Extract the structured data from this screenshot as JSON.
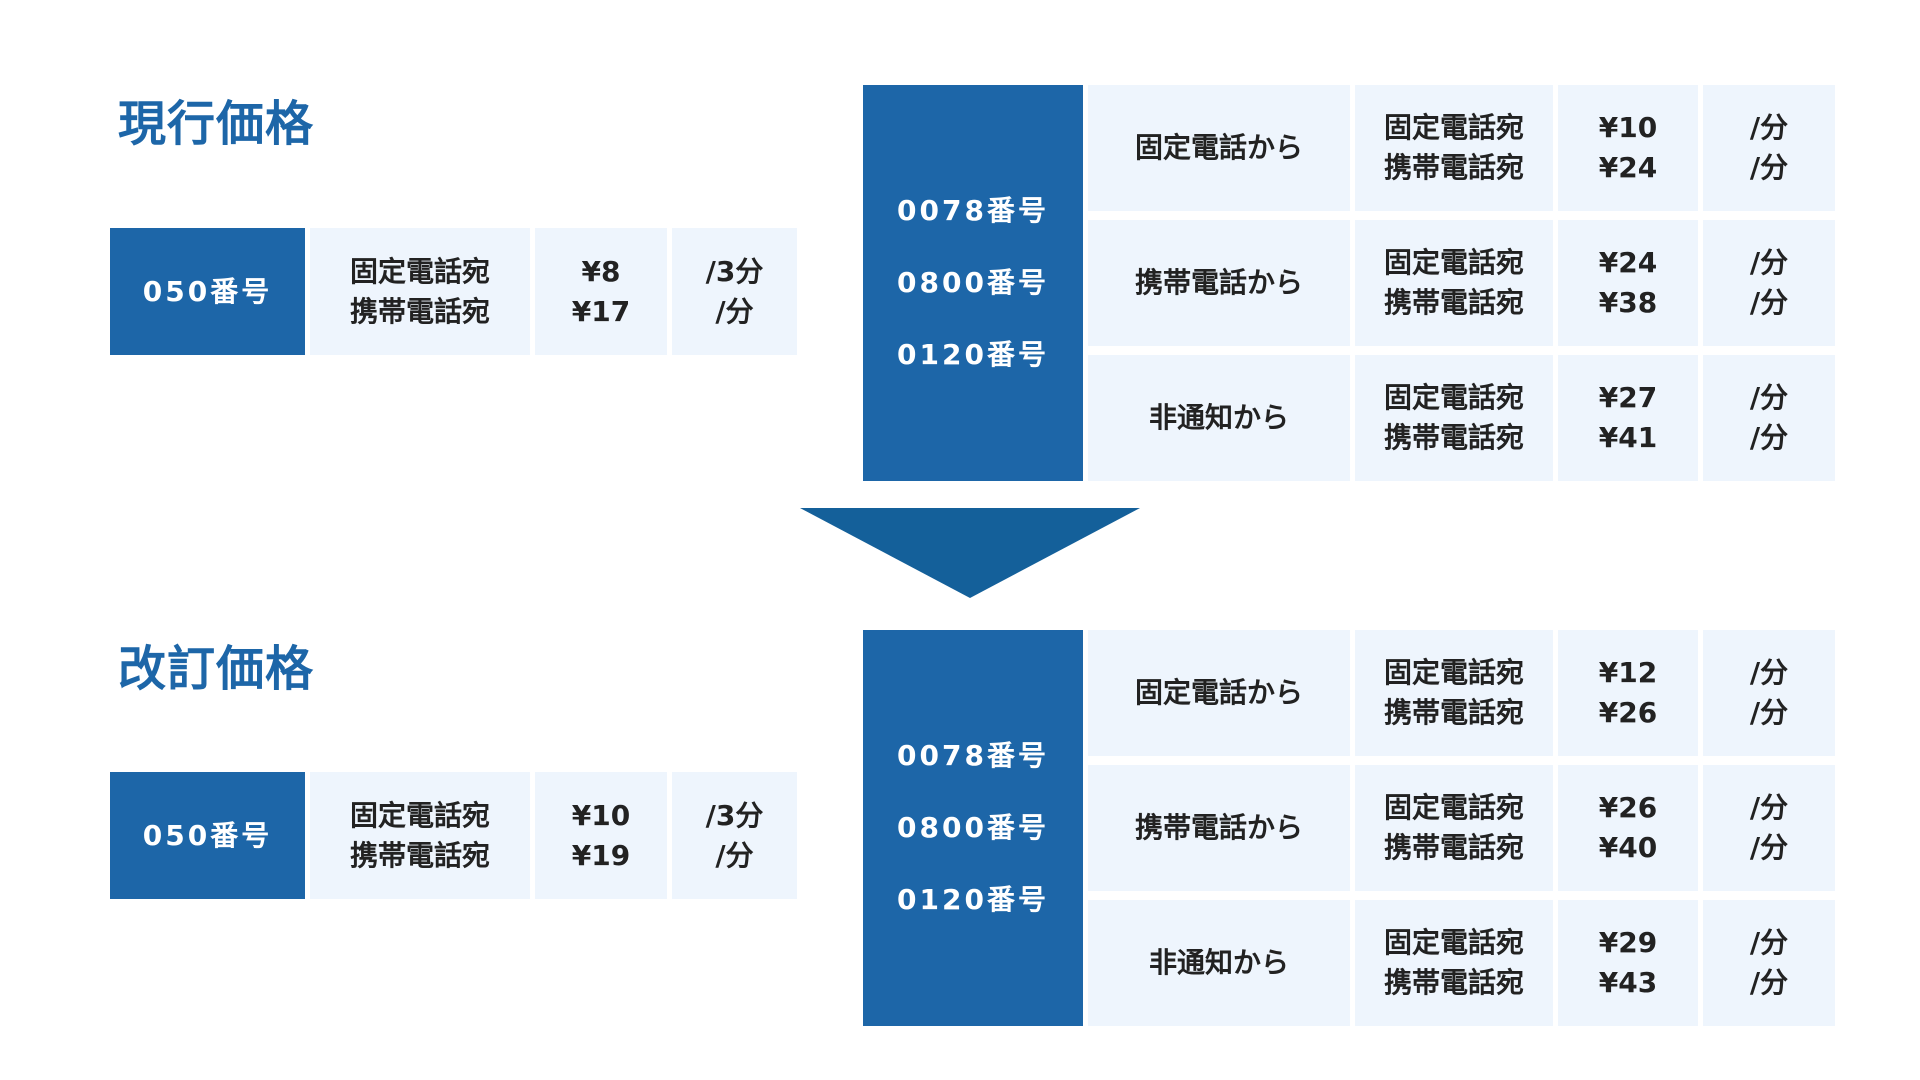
{
  "sections": {
    "current": {
      "title": "現行価格",
      "n050": {
        "label": "050番号",
        "dests": [
          "固定電話宛",
          "携帯電話宛"
        ],
        "prices": [
          "¥8",
          "¥17"
        ],
        "units": [
          "/3分",
          "/分"
        ]
      },
      "freedial": {
        "numbers": [
          "0078番号",
          "0800番号",
          "0120番号"
        ],
        "rows": [
          {
            "from": "固定電話から",
            "dests": [
              "固定電話宛",
              "携帯電話宛"
            ],
            "prices": [
              "¥10",
              "¥24"
            ],
            "units": [
              "/分",
              "/分"
            ]
          },
          {
            "from": "携帯電話から",
            "dests": [
              "固定電話宛",
              "携帯電話宛"
            ],
            "prices": [
              "¥24",
              "¥38"
            ],
            "units": [
              "/分",
              "/分"
            ]
          },
          {
            "from": "非通知から",
            "dests": [
              "固定電話宛",
              "携帯電話宛"
            ],
            "prices": [
              "¥27",
              "¥41"
            ],
            "units": [
              "/分",
              "/分"
            ]
          }
        ]
      }
    },
    "revised": {
      "title": "改訂価格",
      "n050": {
        "label": "050番号",
        "dests": [
          "固定電話宛",
          "携帯電話宛"
        ],
        "prices": [
          "¥10",
          "¥19"
        ],
        "units": [
          "/3分",
          "/分"
        ]
      },
      "freedial": {
        "numbers": [
          "0078番号",
          "0800番号",
          "0120番号"
        ],
        "rows": [
          {
            "from": "固定電話から",
            "dests": [
              "固定電話宛",
              "携帯電話宛"
            ],
            "prices": [
              "¥12",
              "¥26"
            ],
            "units": [
              "/分",
              "/分"
            ]
          },
          {
            "from": "携帯電話から",
            "dests": [
              "固定電話宛",
              "携帯電話宛"
            ],
            "prices": [
              "¥26",
              "¥40"
            ],
            "units": [
              "/分",
              "/分"
            ]
          },
          {
            "from": "非通知から",
            "dests": [
              "固定電話宛",
              "携帯電話宛"
            ],
            "prices": [
              "¥29",
              "¥43"
            ],
            "units": [
              "/分",
              "/分"
            ]
          }
        ]
      }
    }
  },
  "colors": {
    "primary": "#1d66a8",
    "cell_bg": "#eef5fd",
    "arrow": "#14609a"
  }
}
